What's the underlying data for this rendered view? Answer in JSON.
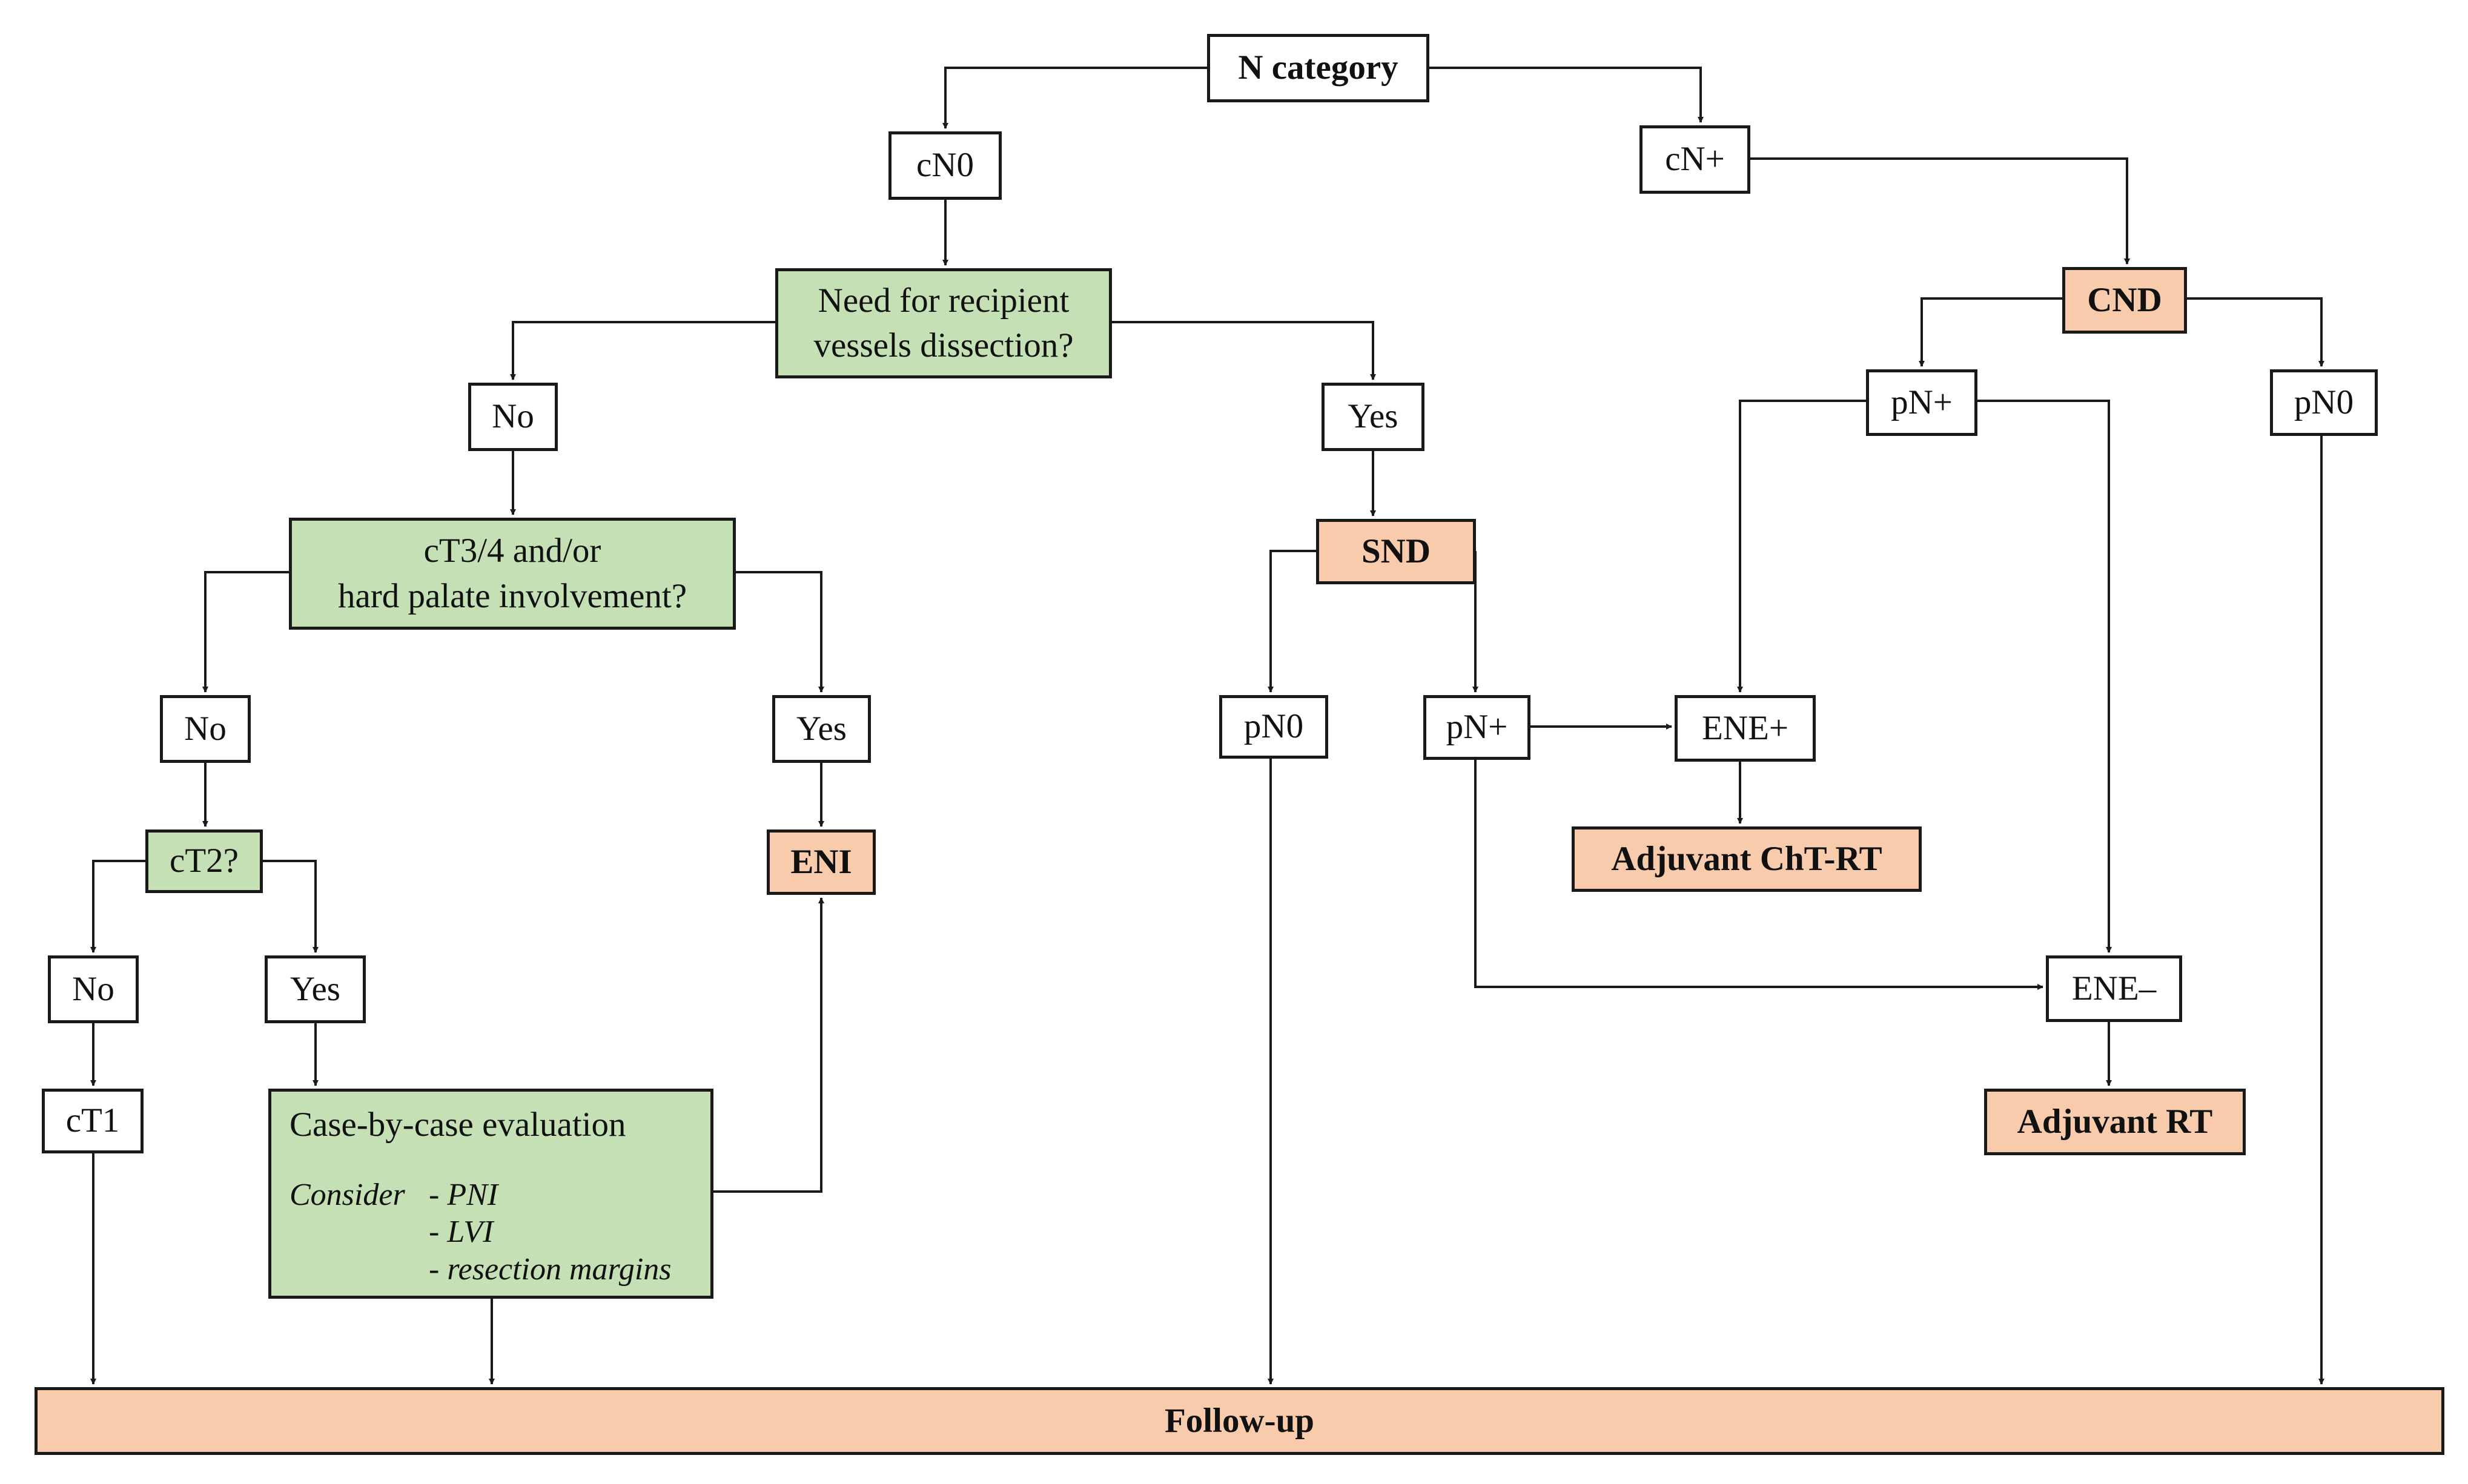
{
  "nodes": {
    "n_category": "N category",
    "cn0": "cN0",
    "cnplus": "cN+",
    "need_q_line1": "Need for recipient",
    "need_q_line2": "vessels dissection?",
    "no_1": "No",
    "yes_1": "Yes",
    "ct34_q_line1": "cT3/4 and/or",
    "ct34_q_line2": "hard palate involvement?",
    "no_2": "No",
    "yes_2": "Yes",
    "ct2_q": "cT2?",
    "eni": "ENI",
    "no_3": "No",
    "yes_3": "Yes",
    "ct1": "cT1",
    "case_title": "Case-by-case evaluation",
    "consider_label": "Consider",
    "consider_items": [
      "- PNI",
      "- LVI",
      "- resection margins"
    ],
    "snd": "SND",
    "snd_pn0": "pN0",
    "snd_pnplus": "pN+",
    "cnd": "CND",
    "cnd_pnplus": "pN+",
    "cnd_pn0": "pN0",
    "ene_plus": "ENE+",
    "adj_cht_rt": "Adjuvant ChT-RT",
    "ene_minus": "ENE–",
    "adj_rt": "Adjuvant RT",
    "follow_up": "Follow-up"
  },
  "colors": {
    "decision_fill": "#c5e0b4",
    "procedure_fill": "#f8cbad",
    "plain_fill": "#ffffff",
    "line": "#1a1a1a"
  }
}
